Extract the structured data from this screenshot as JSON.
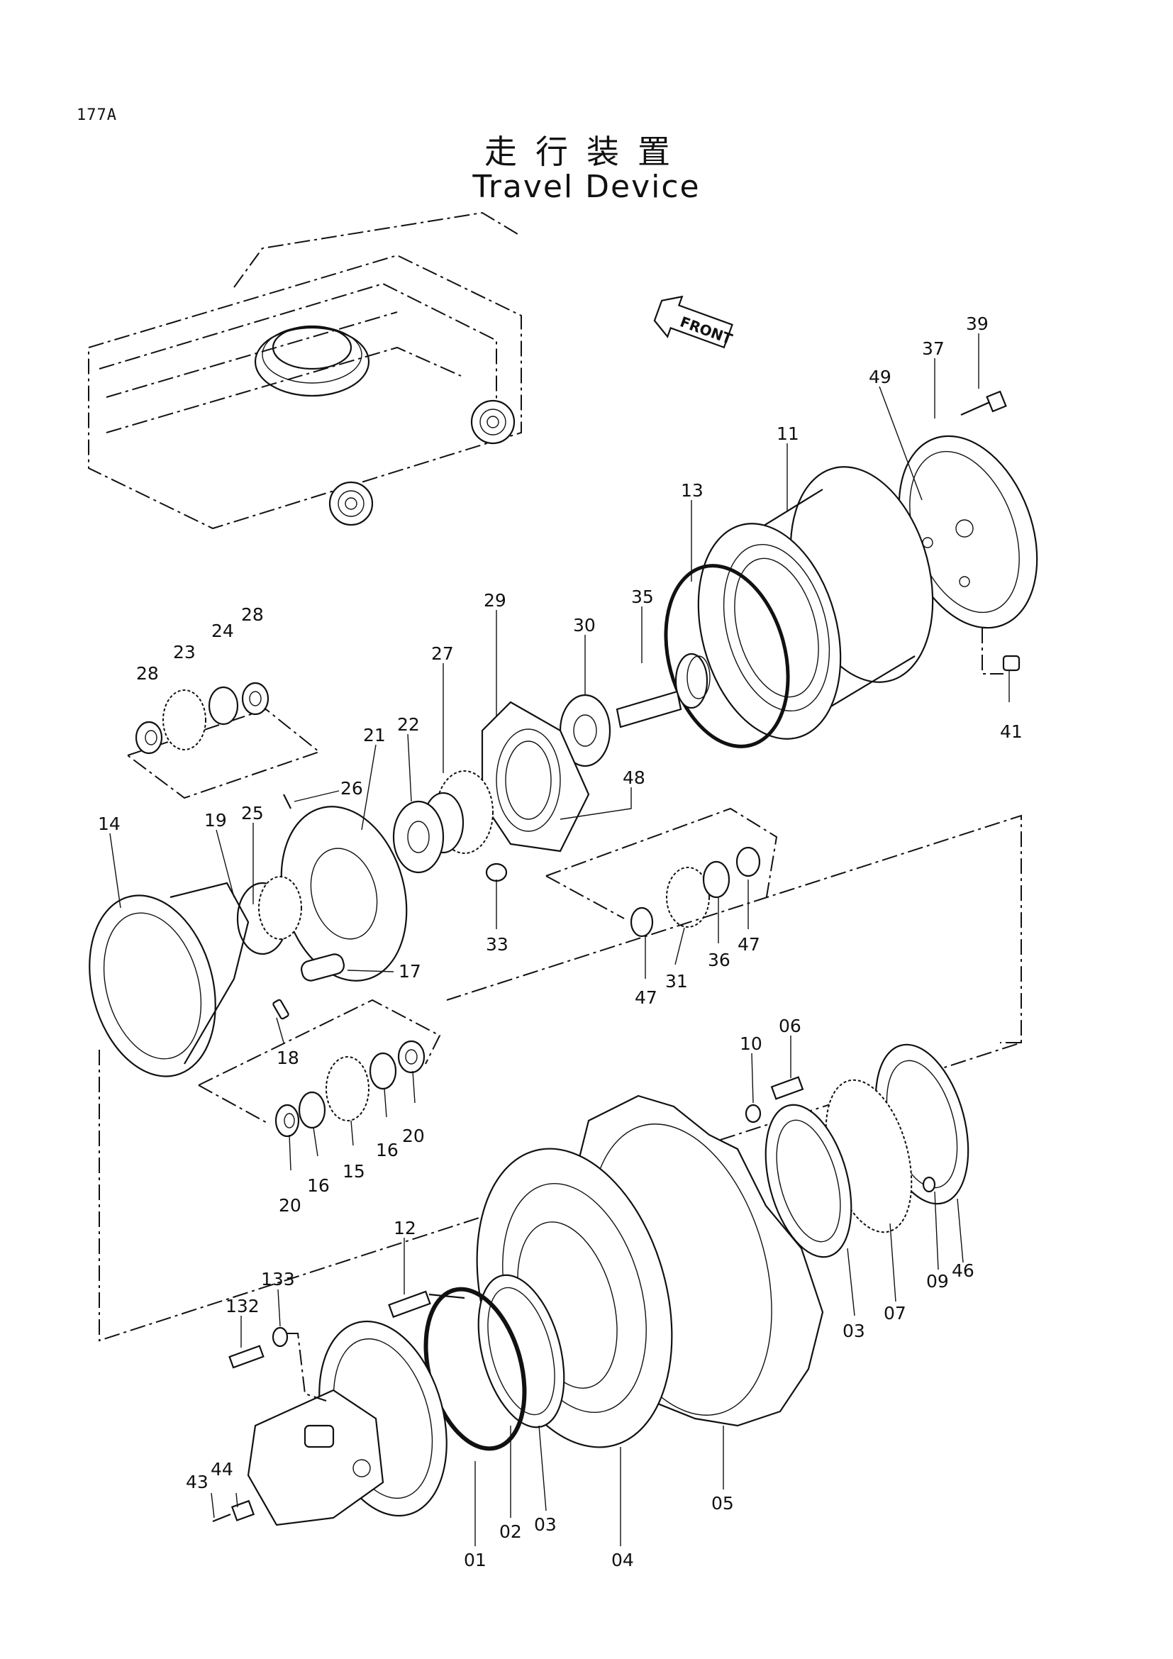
{
  "page_id": "177A",
  "title_jp": "走行装置",
  "title_en": "Travel Device",
  "front_label": "FRONT",
  "labels": {
    "l01": "01",
    "l02": "02",
    "l03a": "03",
    "l03b": "03",
    "l04": "04",
    "l05": "05",
    "l06": "06",
    "l07": "07",
    "l09": "09",
    "l10": "10",
    "l11": "11",
    "l12": "12",
    "l13": "13",
    "l14": "14",
    "l15": "15",
    "l16a": "16",
    "l16b": "16",
    "l17": "17",
    "l18": "18",
    "l19": "19",
    "l20a": "20",
    "l20b": "20",
    "l21": "21",
    "l22": "22",
    "l23": "23",
    "l24": "24",
    "l25": "25",
    "l26": "26",
    "l27": "27",
    "l28a": "28",
    "l28b": "28",
    "l29": "29",
    "l30": "30",
    "l31": "31",
    "l33": "33",
    "l35": "35",
    "l36": "36",
    "l37": "37",
    "l39": "39",
    "l41": "41",
    "l43": "43",
    "l44": "44",
    "l46": "46",
    "l47a": "47",
    "l47b": "47",
    "l48": "48",
    "l49": "49",
    "l132": "132",
    "l133": "133"
  }
}
